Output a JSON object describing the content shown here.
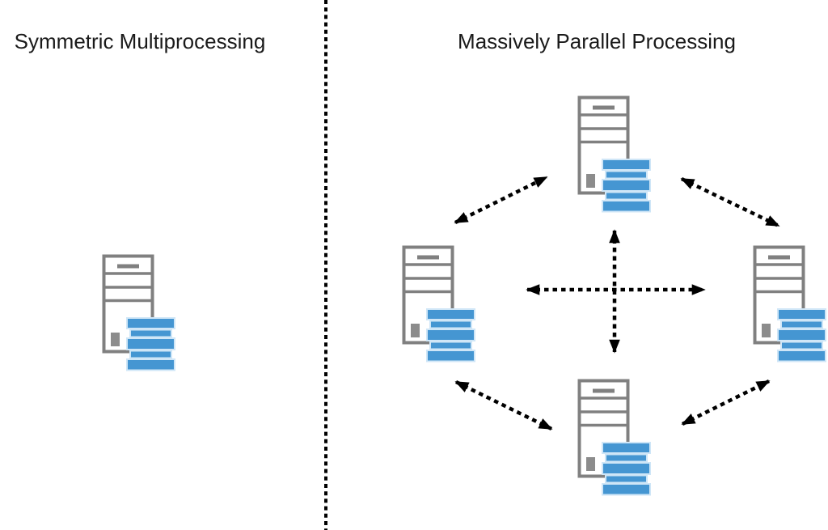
{
  "page": {
    "background": "#ffffff"
  },
  "panels": {
    "left": {
      "title": "Symmetric Multiprocessing",
      "server_count": 1,
      "servers": [
        {
          "id": "smp-server",
          "description": "single server tower with attached disk stack"
        }
      ]
    },
    "right": {
      "title": "Massively Parallel Processing",
      "server_count": 4,
      "servers": [
        {
          "id": "mpp-server-top"
        },
        {
          "id": "mpp-server-left"
        },
        {
          "id": "mpp-server-right"
        },
        {
          "id": "mpp-server-bottom"
        }
      ],
      "connection_style": "dashed-double-headed-arrow",
      "connections": [
        {
          "from": "left",
          "to": "top"
        },
        {
          "from": "top",
          "to": "right"
        },
        {
          "from": "left",
          "to": "bottom"
        },
        {
          "from": "bottom",
          "to": "right"
        },
        {
          "from": "left",
          "to": "right"
        },
        {
          "from": "top",
          "to": "bottom"
        }
      ]
    }
  },
  "divider": {
    "style": "vertical dotted line"
  },
  "icons": {
    "server_node": "server-tower-with-disk-stack-icon",
    "connection": "dashed-double-arrow-icon"
  },
  "colors": {
    "page_background": "#ffffff",
    "title_text": "#1a1a1a",
    "server_outline": "#808080",
    "server_fill": "#ffffff",
    "server_detail": "#8c8c8c",
    "disk_fill": "#4596d2",
    "disk_stroke": "#cfe6f7",
    "arrow": "#000000",
    "divider": "#000000"
  }
}
